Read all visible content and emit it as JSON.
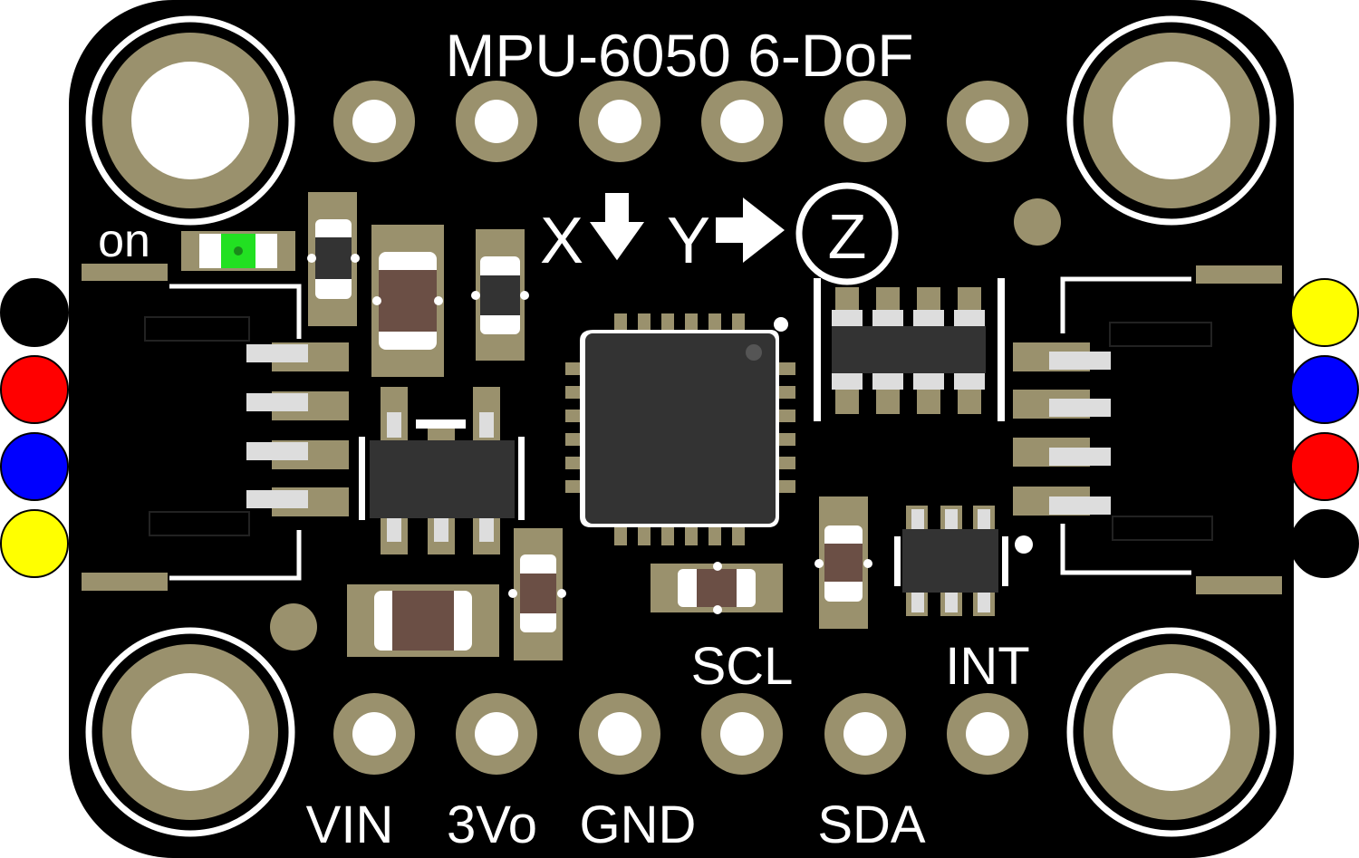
{
  "board": {
    "title": "MPU-6050 6-DoF",
    "power_led_label": "on",
    "axes": {
      "x": "X",
      "y": "Y",
      "z": "Z"
    }
  },
  "pins_bottom": [
    {
      "label": "VIN"
    },
    {
      "label": "3Vo"
    },
    {
      "label": "GND"
    },
    {
      "label": "SCL"
    },
    {
      "label": "SDA"
    },
    {
      "label": "INT"
    }
  ],
  "colors": {
    "pcb": "#000000",
    "pad": "#9a916d",
    "silkscreen": "#ffffff",
    "chip": "#333333",
    "resistor": "#6b4f45",
    "led": "#22e022",
    "wire_black": "#000000",
    "wire_red": "#ff0000",
    "wire_blue": "#0000ff",
    "wire_yellow": "#ffff00"
  },
  "connectors": {
    "left_wires": [
      "black",
      "red",
      "blue",
      "yellow"
    ],
    "right_wires": [
      "yellow",
      "blue",
      "red",
      "black"
    ]
  }
}
